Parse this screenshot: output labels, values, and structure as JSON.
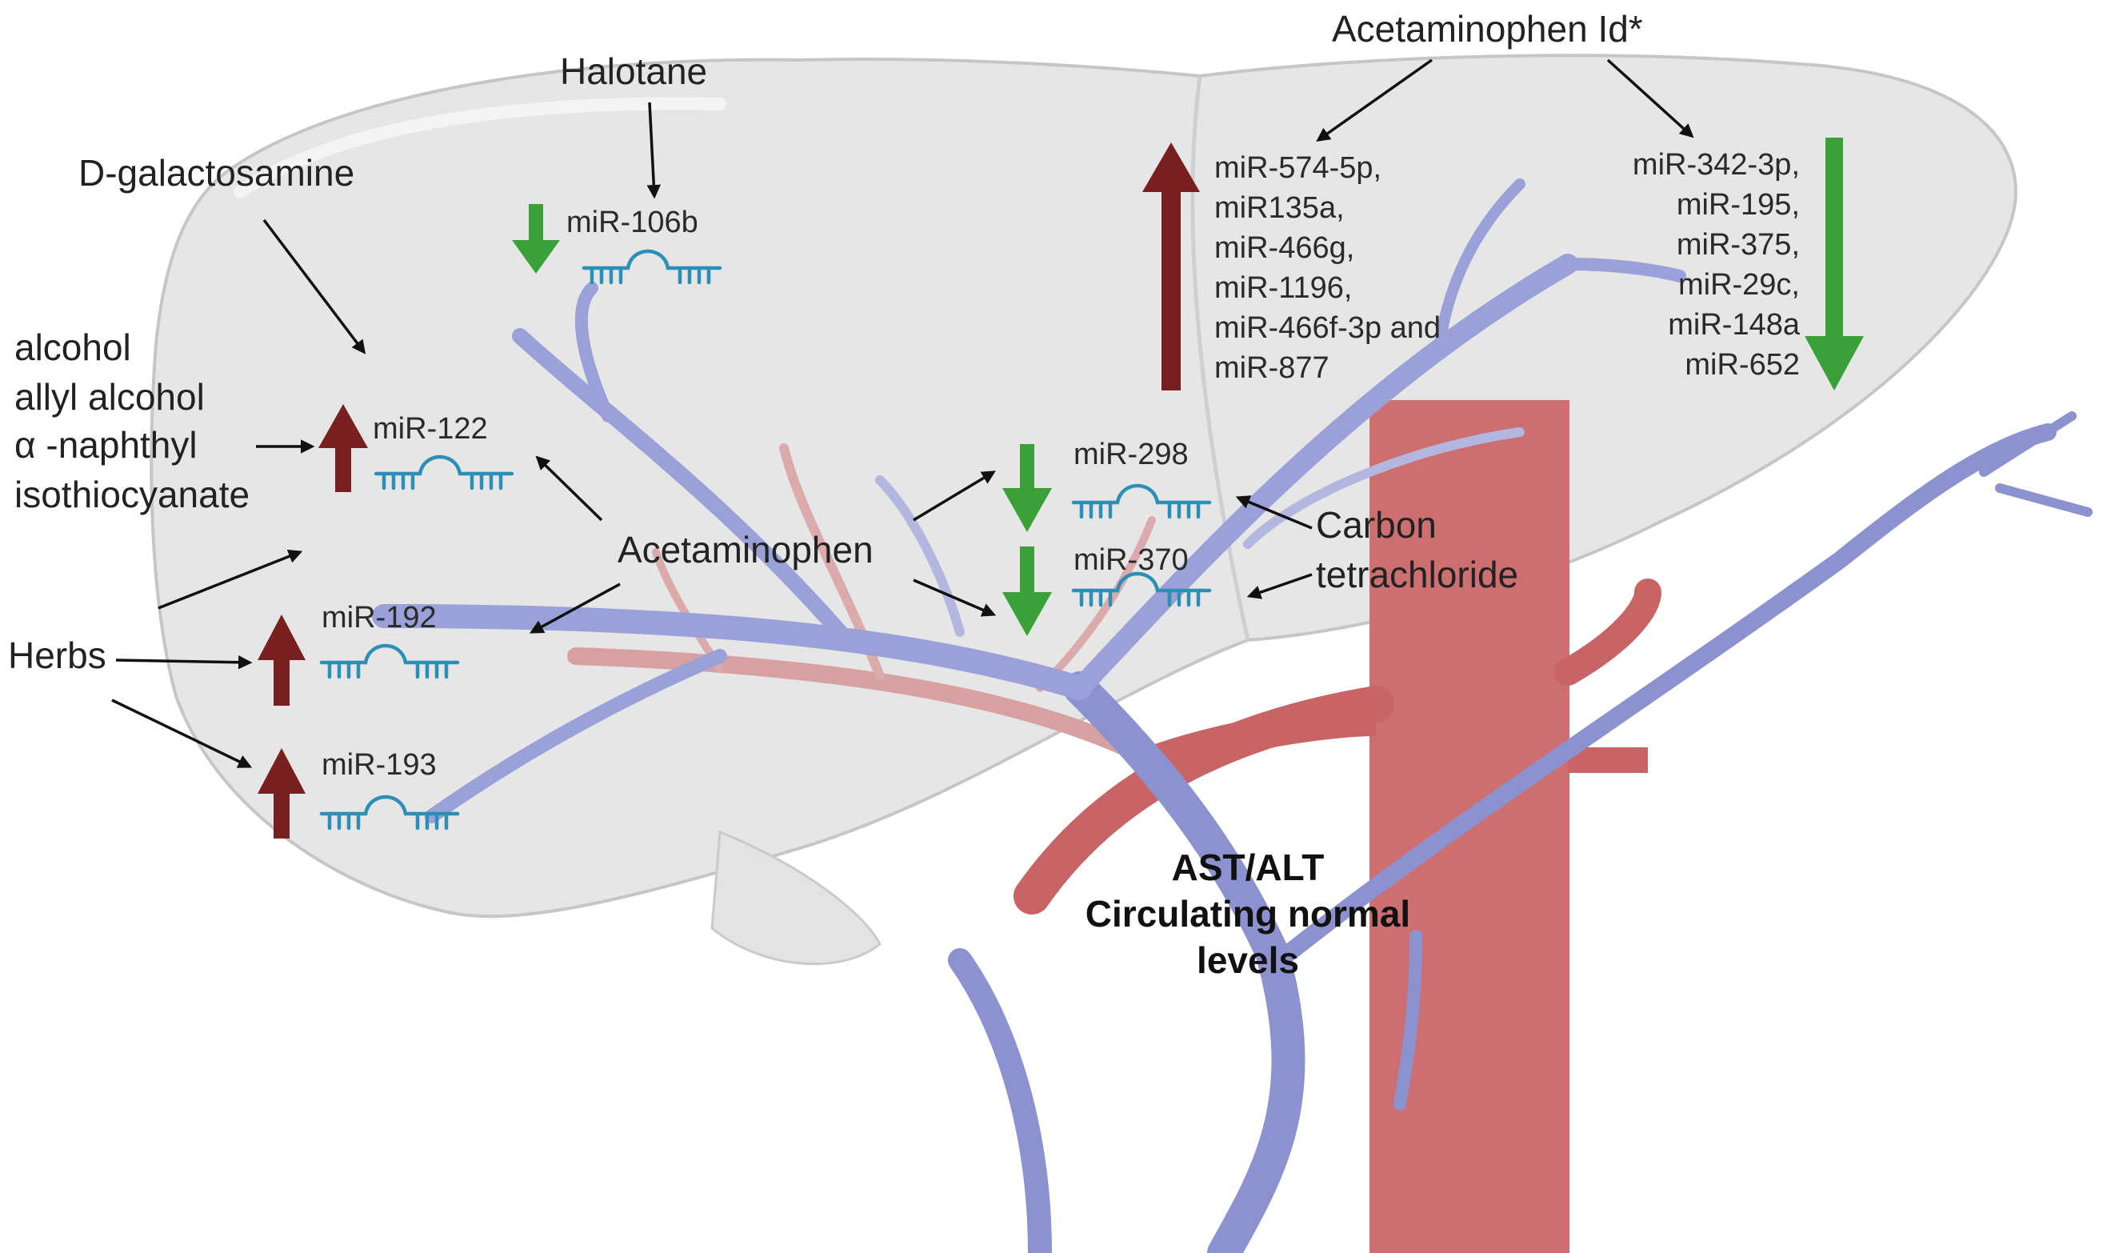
{
  "labels": {
    "halotane": "Halotane",
    "d_galactosamine": "D-galactosamine",
    "alcohol_group": [
      "alcohol",
      "allyl alcohol",
      "α -naphthyl",
      "isothiocyanate"
    ],
    "herbs": "Herbs",
    "acetaminophen": "Acetaminophen",
    "acetaminophen_id": "Acetaminophen Id*",
    "carbon_tetrachloride": [
      "Carbon",
      "tetrachloride"
    ],
    "ast_alt": [
      "AST/ALT",
      "Circulating normal",
      "levels"
    ]
  },
  "mirnas": {
    "mir_106b": {
      "name": "miR-106b",
      "direction": "down"
    },
    "mir_122": {
      "name": "miR-122",
      "direction": "up"
    },
    "mir_192": {
      "name": "miR-192",
      "direction": "up"
    },
    "mir_193": {
      "name": "miR-193",
      "direction": "up"
    },
    "mir_298": {
      "name": "miR-298",
      "direction": "down"
    },
    "mir_370": {
      "name": "miR-370",
      "direction": "down"
    }
  },
  "up_list": {
    "direction": "up",
    "items": [
      "miR-574-5p,",
      "miR135a,",
      "miR-466g,",
      "miR-1196,",
      "miR-466f-3p and",
      "miR-877"
    ]
  },
  "down_list": {
    "direction": "down",
    "items": [
      "miR-342-3p,",
      "miR-195,",
      "miR-375,",
      "miR-29c,",
      "miR-148a",
      "miR-652"
    ]
  },
  "colors": {
    "up_arrow": "#7a1f20",
    "down_arrow": "#3aa038",
    "rna": "#2b8fb6",
    "liver": "#e5e5e5",
    "vein": "#8c92d0",
    "artery": "#cd6f71"
  }
}
